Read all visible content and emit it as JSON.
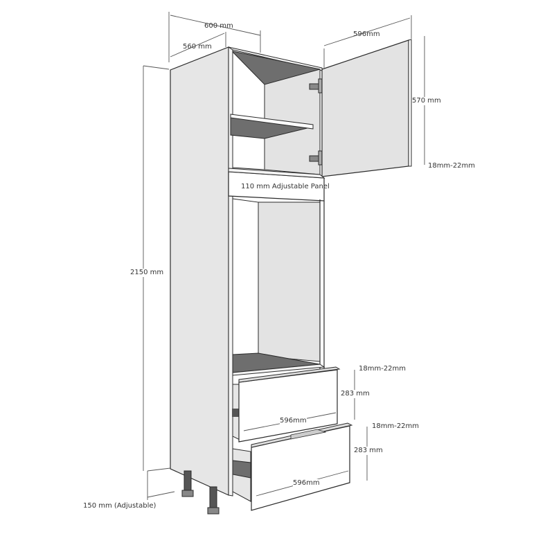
{
  "diagram": {
    "subject": "Tall oven housing cabinet with door and two drawers",
    "colors": {
      "panel_light": "#e6e6e6",
      "panel_white": "#ffffff",
      "shelf_dark": "#6e6e6e",
      "outline": "#2a2a2a",
      "dimension_line": "#555555",
      "text": "#333333"
    },
    "dimensions": {
      "overall_width": "600 mm",
      "carcass_depth": "560 mm",
      "overall_height": "2150 mm",
      "legs_height": "150 mm (Adjustable)",
      "door_width": "596mm",
      "door_height": "570 mm",
      "door_thickness": "18mm-22mm",
      "adjustable_panel": "110 mm Adjustable Panel",
      "drawer_top_height": "283 mm",
      "drawer_top_width": "596mm",
      "drawer_top_thickness": "18mm-22mm",
      "drawer_bottom_height": "283 mm",
      "drawer_bottom_width": "596mm",
      "drawer_bottom_thickness": "18mm-22mm"
    }
  }
}
